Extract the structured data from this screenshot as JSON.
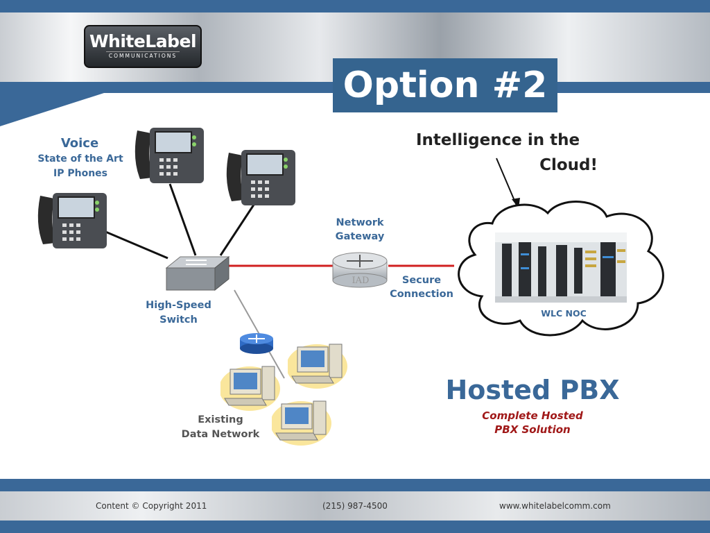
{
  "logo": {
    "name": "WhiteLabel",
    "tagline": "COMMUNICATIONS"
  },
  "slide": {
    "title": "Option #2"
  },
  "diagram": {
    "voice_title": "Voice",
    "voice_sub_1": "State of the Art",
    "voice_sub_2": "IP Phones",
    "switch_label_1": "High-Speed",
    "switch_label_2": "Switch",
    "gateway_label_1": "Network",
    "gateway_label_2": "Gateway",
    "iad_text": "IAD",
    "secure_label_1": "Secure",
    "secure_label_2": "Connection",
    "cloud_caption_1": "Intelligence in the",
    "cloud_caption_2": "Cloud!",
    "noc_label": "WLC NOC",
    "data_label_1": "Existing",
    "data_label_2": "Data Network"
  },
  "product": {
    "title": "Hosted PBX",
    "sub_1": "Complete Hosted",
    "sub_2": "PBX Solution"
  },
  "footer": {
    "copyright": "Content © Copyright 2011",
    "phone": "(215) 987-4500",
    "website": "www.whitelabelcomm.com"
  },
  "colors": {
    "brand_blue": "#3a6898",
    "title_blue": "#35648f",
    "accent_red": "#a01818",
    "link_red": "#d02020"
  },
  "icons": [
    "ip-phone-icon",
    "switch-icon",
    "router-icon",
    "iad-gateway-icon",
    "cloud-icon",
    "server-room-image",
    "desktop-computer-icon"
  ]
}
